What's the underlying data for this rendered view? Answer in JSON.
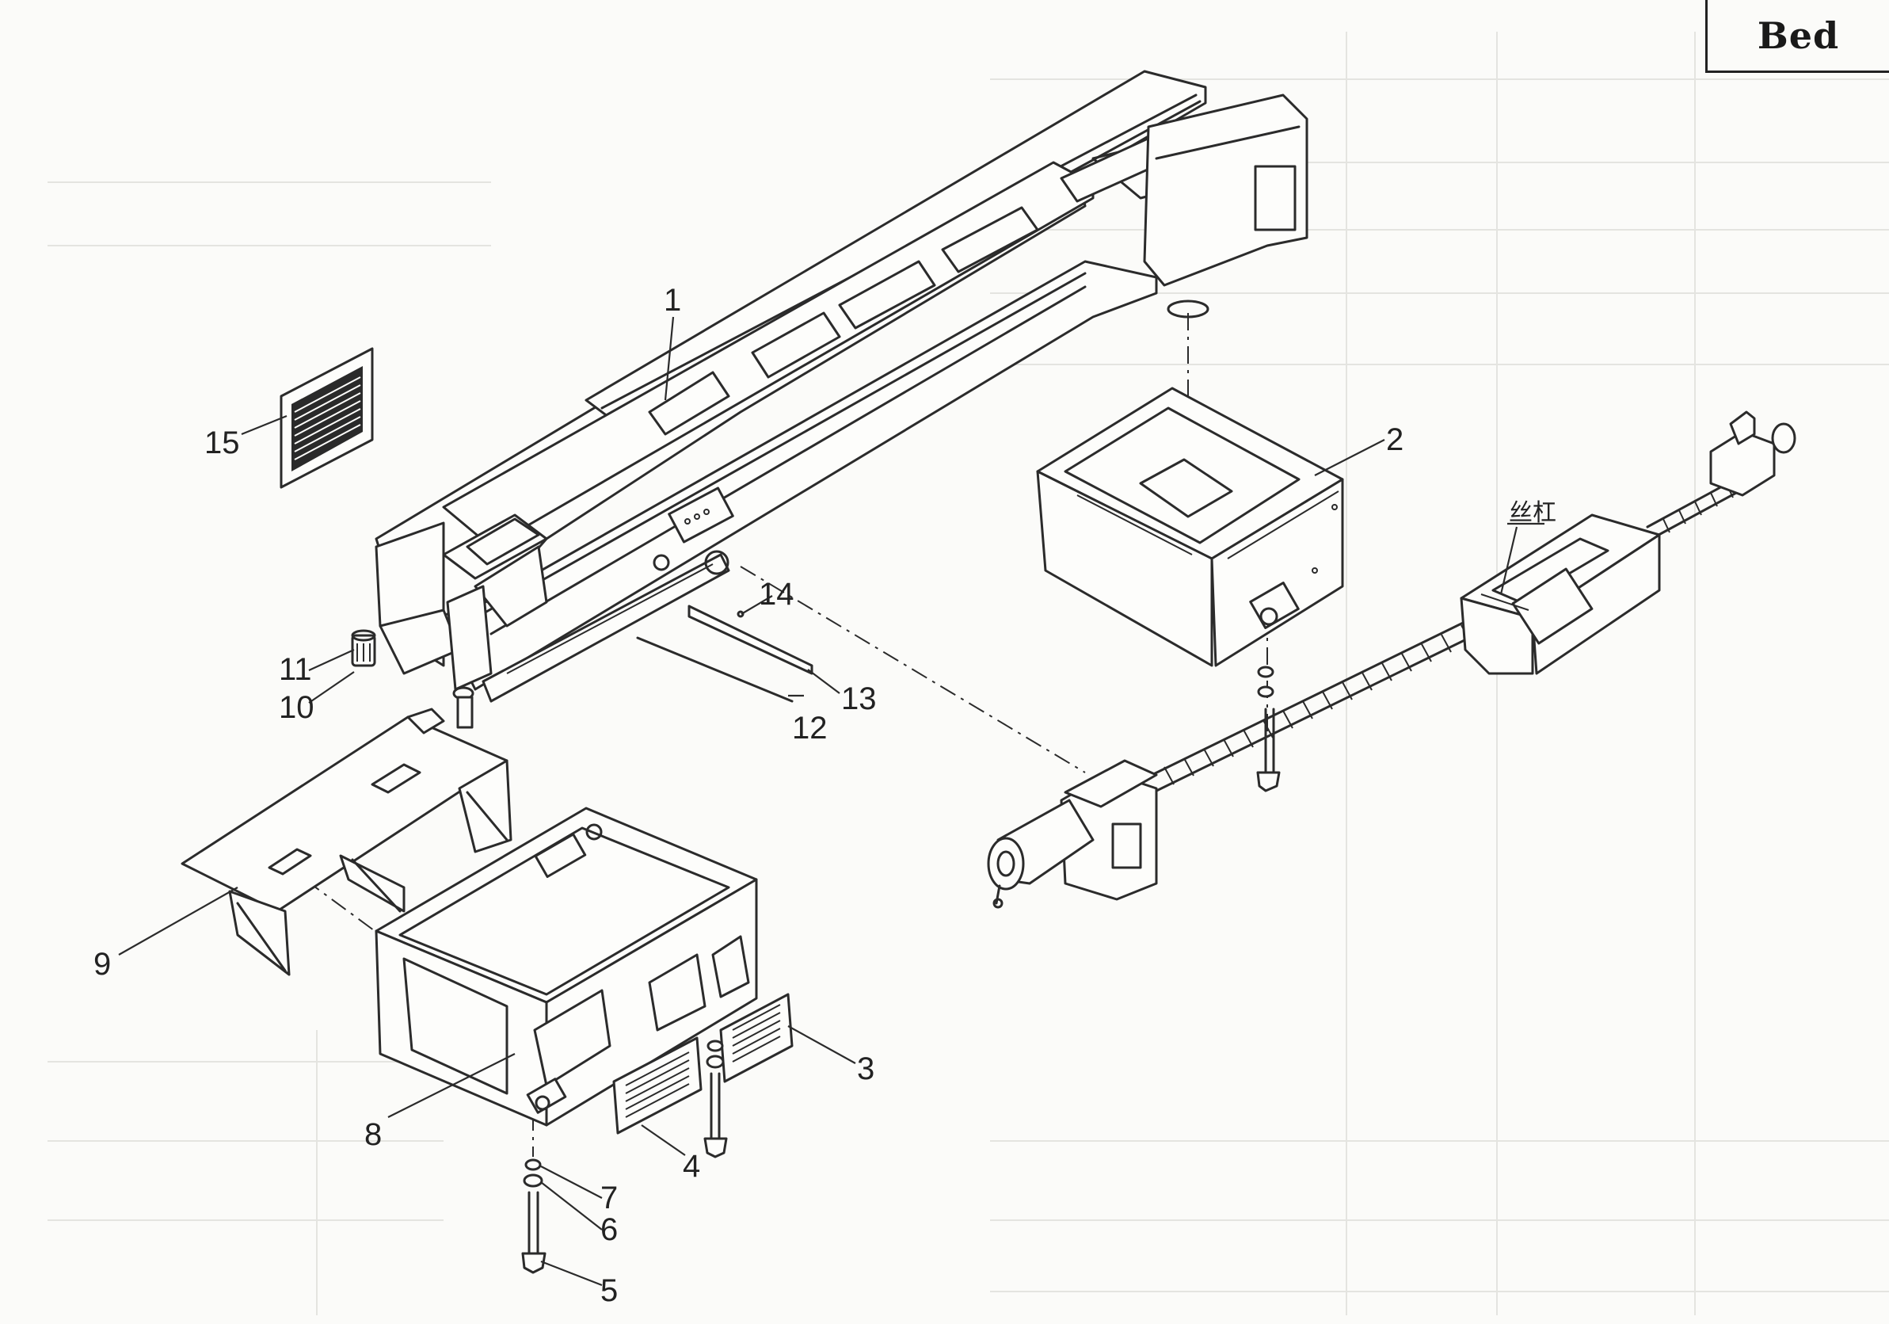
{
  "title": "Bed",
  "screw_label": "丝杠",
  "parts": [
    {
      "id": "part-1",
      "label": "1"
    },
    {
      "id": "part-2",
      "label": "2"
    },
    {
      "id": "part-3",
      "label": "3"
    },
    {
      "id": "part-4",
      "label": "4"
    },
    {
      "id": "part-5",
      "label": "5"
    },
    {
      "id": "part-6",
      "label": "6"
    },
    {
      "id": "part-7",
      "label": "7"
    },
    {
      "id": "part-8",
      "label": "8"
    },
    {
      "id": "part-9",
      "label": "9"
    },
    {
      "id": "part-10",
      "label": "10"
    },
    {
      "id": "part-11",
      "label": "11"
    },
    {
      "id": "part-12",
      "label": "12"
    },
    {
      "id": "part-13",
      "label": "13"
    },
    {
      "id": "part-14",
      "label": "14"
    },
    {
      "id": "part-15",
      "label": "15"
    }
  ]
}
